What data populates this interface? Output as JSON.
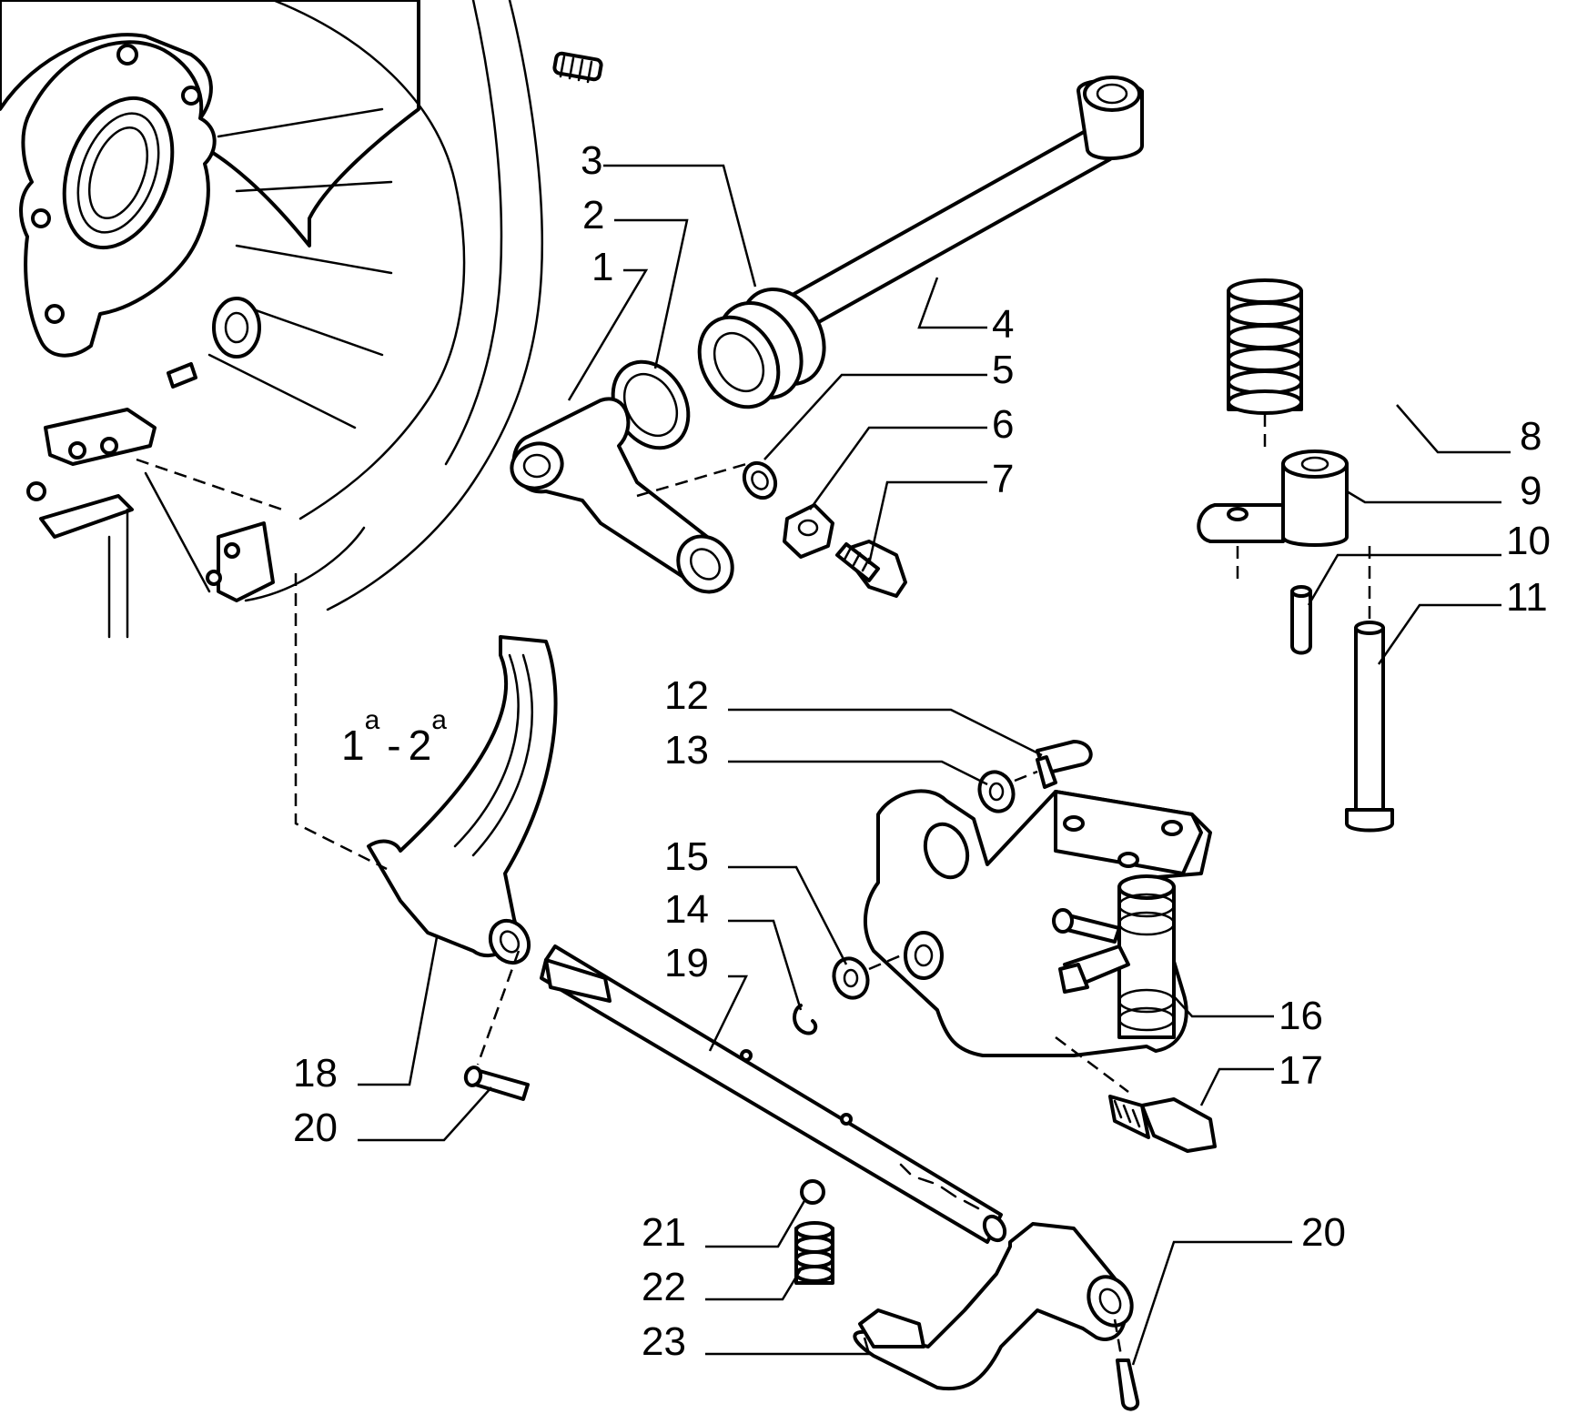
{
  "diagram": {
    "gear_label": {
      "base1": "1",
      "sup1": "a",
      "sep": "-",
      "base2": "2",
      "sup2": "a"
    },
    "callouts": [
      {
        "id": "c1",
        "text": "1"
      },
      {
        "id": "c2",
        "text": "2"
      },
      {
        "id": "c3",
        "text": "3"
      },
      {
        "id": "c4",
        "text": "4"
      },
      {
        "id": "c5",
        "text": "5"
      },
      {
        "id": "c6",
        "text": "6"
      },
      {
        "id": "c7",
        "text": "7"
      },
      {
        "id": "c8",
        "text": "8"
      },
      {
        "id": "c9",
        "text": "9"
      },
      {
        "id": "c10",
        "text": "10"
      },
      {
        "id": "c11",
        "text": "11"
      },
      {
        "id": "c12",
        "text": "12"
      },
      {
        "id": "c13",
        "text": "13"
      },
      {
        "id": "c14",
        "text": "14"
      },
      {
        "id": "c15",
        "text": "15"
      },
      {
        "id": "c16",
        "text": "16"
      },
      {
        "id": "c17",
        "text": "17"
      },
      {
        "id": "c18",
        "text": "18"
      },
      {
        "id": "c19",
        "text": "19"
      },
      {
        "id": "c20a",
        "text": "20"
      },
      {
        "id": "c20b",
        "text": "20"
      },
      {
        "id": "c21",
        "text": "21"
      },
      {
        "id": "c22",
        "text": "22"
      },
      {
        "id": "c23",
        "text": "23"
      }
    ]
  }
}
